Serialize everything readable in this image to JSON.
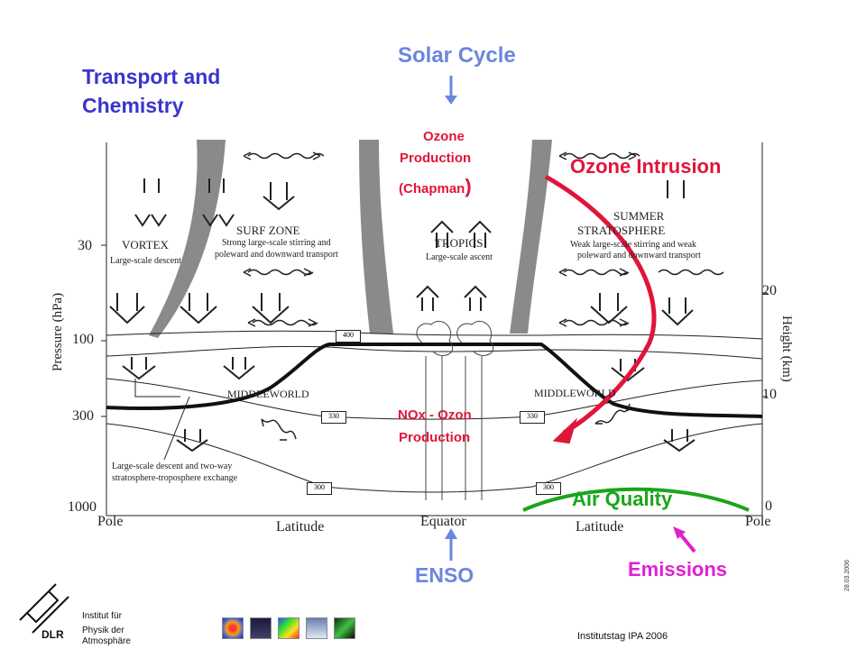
{
  "header": {
    "title_line1": "Transport and",
    "title_line2": "Chemistry",
    "solar_cycle": "Solar Cycle"
  },
  "labels": {
    "ozone_production_1": "Ozone",
    "ozone_production_2": "Production",
    "ozone_production_3": "(Chapman",
    "ozone_production_paren": ")",
    "ozone_intrusion": "Ozone Intrusion",
    "nox_1": "NOx - Ozon",
    "nox_2": "Production",
    "air_quality": "Air Quality",
    "emissions": "Emissions",
    "enso": "ENSO"
  },
  "diagram": {
    "vortex": "VORTEX",
    "vortex_sub": "Large-scale descent",
    "surf_zone": "SURF ZONE",
    "surf_sub1": "Strong large-scale stirring  and",
    "surf_sub2": "poleward and downward transport",
    "tropics": "TROPICS",
    "tropics_sub": "Large-scale ascent",
    "summer1": "SUMMER",
    "summer2": "STRATOSPHERE",
    "summer_sub1": "Weak large-scale stirring  and weak",
    "summer_sub2": "poleward and downward transport",
    "middleworld_left": "MIDDLEWORLD",
    "middleworld_right": "MIDDLEWORLD",
    "exchange1": "Large-scale descent and two-way",
    "exchange2": "stratosphere-troposphere  exchange",
    "box_400": "400",
    "box_330_left": "330",
    "box_330_right": "330",
    "box_300_left": "300",
    "box_300_right": "300"
  },
  "axes": {
    "left_label": "Pressure (hPa)",
    "right_label": "Height (km)",
    "p30": "30",
    "p100": "100",
    "p300": "300",
    "p1000": "1000",
    "h20": "20",
    "h10": "10",
    "h0": "0",
    "pole_left": "Pole",
    "latitude_left": "Latitude",
    "equator": "Equator",
    "latitude_right": "Latitude",
    "pole_right": "Pole"
  },
  "footer": {
    "institut1": "Institut für",
    "institut2": "Physik der",
    "institut3": "Atmosphäre",
    "dlr": "DLR",
    "event": "Institutstag IPA 2006",
    "date": "28.03.2006"
  },
  "colors": {
    "blue_label": "#6b86e0",
    "title_blue": "#3a35cc",
    "red": "#e0153a",
    "green": "#1aa51a",
    "magenta": "#e020d0",
    "grey_band": "#8a8a8a"
  }
}
